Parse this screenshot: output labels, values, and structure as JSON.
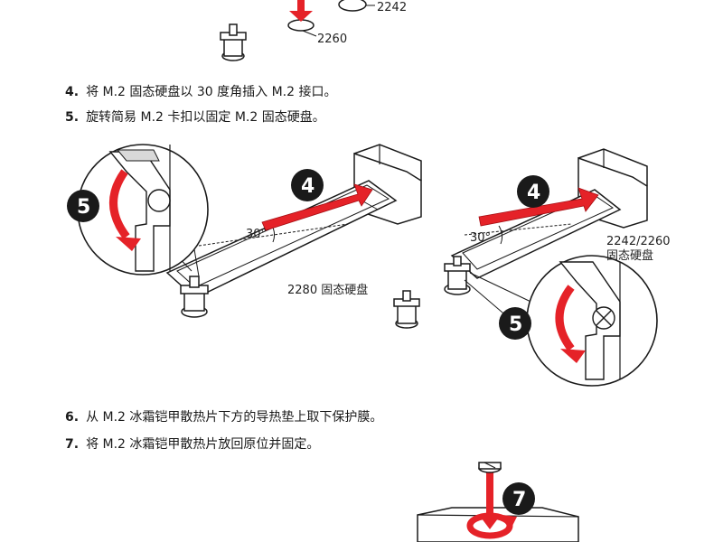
{
  "colors": {
    "accent": "#e52228",
    "ink": "#1a1a1a",
    "badge": "#1a1a1a"
  },
  "labels": {
    "size_2242": "2242",
    "size_2260": "2260",
    "angle_left": "30°",
    "angle_right": "30°",
    "ssd_2280": "2280 固态硬盘",
    "ssd_2242_2260_line1": "2242/2260",
    "ssd_2242_2260_line2": "固态硬盘"
  },
  "badges": {
    "step4": "4",
    "step5": "5",
    "step7": "7"
  },
  "steps": [
    {
      "num": "4.",
      "text": "将 M.2 固态硬盘以 30 度角插入 M.2 接口。"
    },
    {
      "num": "5.",
      "text": "旋转简易 M.2 卡扣以固定 M.2 固态硬盘。"
    },
    {
      "num": "6.",
      "text": "从 M.2 冰霜铠甲散热片下方的导热垫上取下保护膜。"
    },
    {
      "num": "7.",
      "text": "将 M.2 冰霜铠甲散热片放回原位并固定。"
    }
  ]
}
